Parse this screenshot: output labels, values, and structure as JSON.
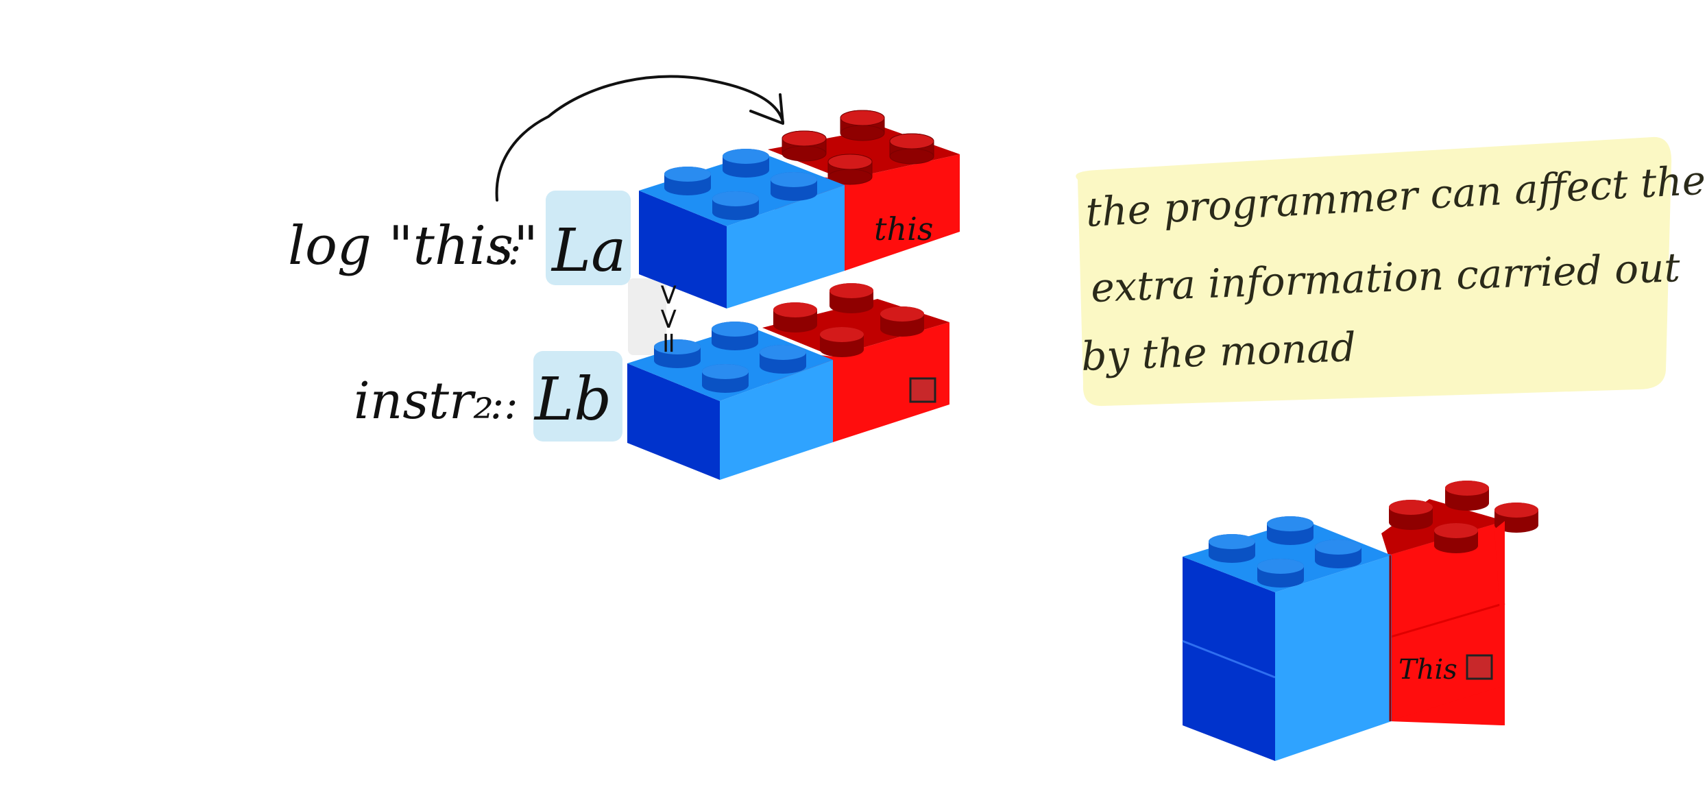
{
  "diagram": {
    "arrow_label": "log \"this\"",
    "type_sep": "::",
    "type_a": "La",
    "instr_label": "instr₂",
    "type_b": "Lb",
    "bind_op": ">>=",
    "brick_top_label": "this",
    "combined_label": "This",
    "note_lines": [
      "the programmer can affect the",
      "extra information carried out",
      "by the monad"
    ]
  },
  "colors": {
    "blue_light": "#2fa3ff",
    "blue_dark": "#0033cc",
    "red": "#ff0d0d",
    "red_dark": "#8f0000",
    "note_bg": "#fbf8c4",
    "type_bg": "#cfeaf6"
  }
}
